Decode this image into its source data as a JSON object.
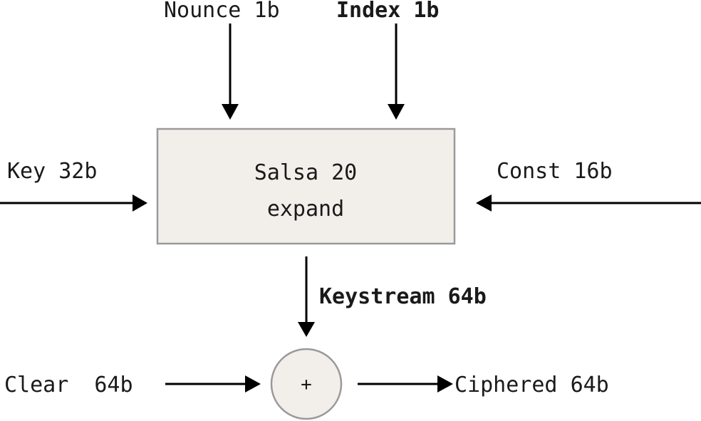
{
  "inputs": {
    "nounce": {
      "name": "Nounce",
      "size": "1b"
    },
    "index": {
      "name": "Index",
      "size": "1b"
    },
    "key": {
      "name": "Key",
      "size": "32b"
    },
    "const": {
      "name": "Const",
      "size": "16b"
    }
  },
  "block": {
    "line1": "Salsa 20",
    "line2": "expand"
  },
  "keystream": {
    "name": "Keystream",
    "size": "64b"
  },
  "xor": {
    "symbol": "+"
  },
  "clear": {
    "name": "Clear",
    "size": "64b"
  },
  "ciphered": {
    "name": "Ciphered",
    "size": "64b"
  },
  "colors": {
    "box_fill": "#f2efea",
    "box_stroke": "#9a9a9a",
    "line": "#000000"
  }
}
